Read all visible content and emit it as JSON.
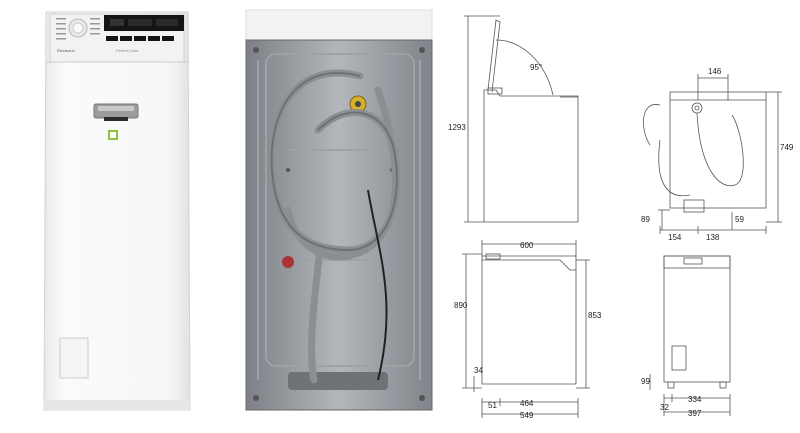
{
  "front_view": {
    "brand": "Electrolux",
    "lid_label": "Perfect Care"
  },
  "dimensions": {
    "angle": "95°",
    "open_height": "1293",
    "side_depth_top": "600",
    "height_890": "890",
    "height_853": "853",
    "foot_34": "34",
    "bottom_51": "51",
    "bottom_464": "464",
    "bottom_549": "549",
    "rear_146": "146",
    "rear_749": "749",
    "rear_89": "89",
    "rear_59": "59",
    "rear_154": "154",
    "rear_138": "138",
    "front_99": "99",
    "front_32": "32",
    "front_334": "334",
    "front_397": "397"
  },
  "colors": {
    "body": "#f4f4f4",
    "panel_black": "#151515",
    "metal": "#9a9ea3",
    "hose": "#8c8f92",
    "line": "#555555"
  }
}
